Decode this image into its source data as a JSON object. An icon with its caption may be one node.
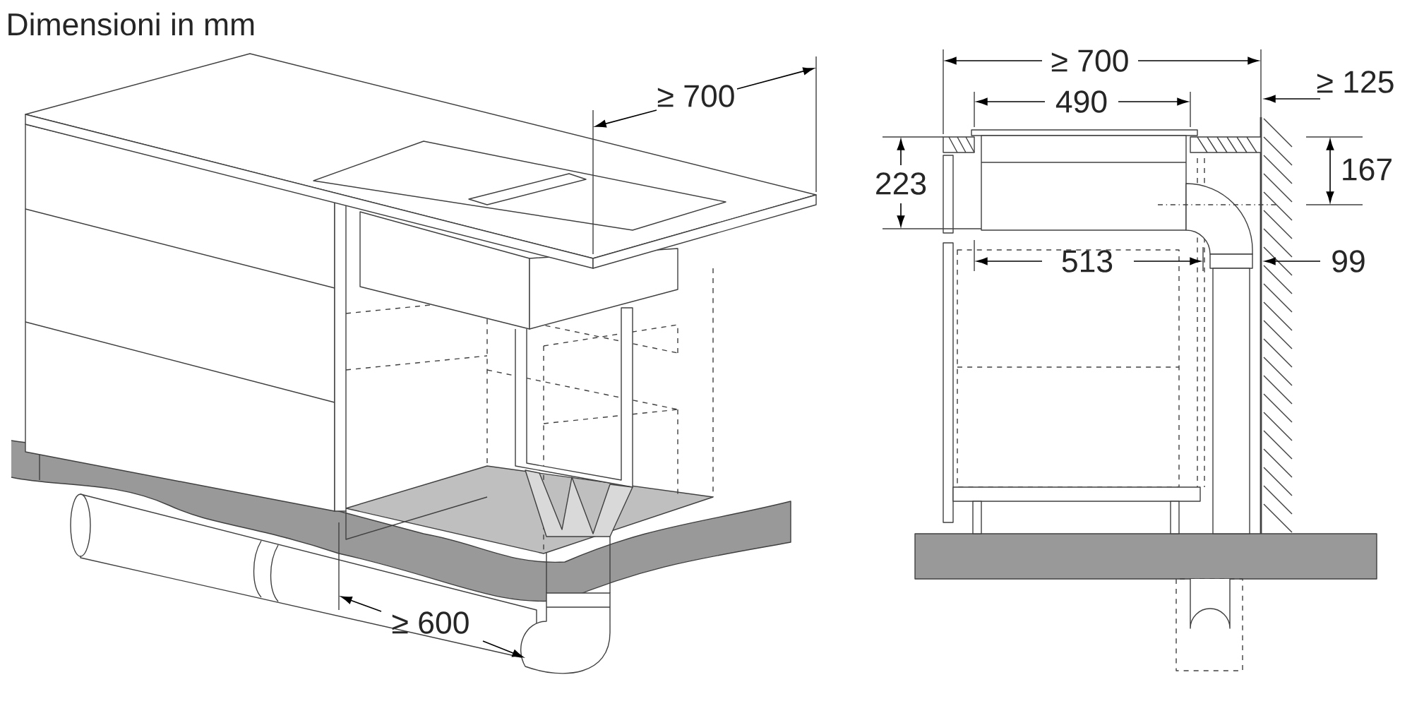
{
  "diagram": {
    "title": "Dimensioni in mm",
    "labels": [
      "≥ 700",
      "≥ 700",
      "490",
      "≥ 125",
      "223",
      "167",
      "513",
      "99",
      "≥ 600"
    ]
  }
}
